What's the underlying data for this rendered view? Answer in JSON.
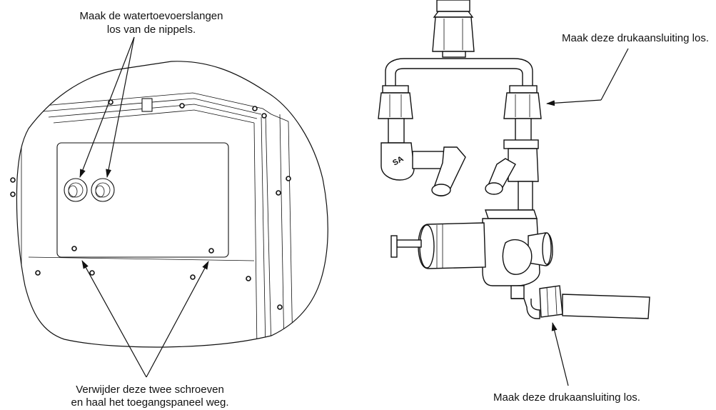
{
  "labels": {
    "hoses_line1": "Maak de watertoevoerslangen",
    "hoses_line2": "los van de nippels.",
    "screws_line1": "Verwijder deze twee schroeven",
    "screws_line2": "en haal het toegangspaneel weg.",
    "pressure_top": "Maak deze drukaansluiting los.",
    "pressure_bottom": "Maak deze drukaansluiting los.",
    "elbow_mark": "SA"
  },
  "colors": {
    "ink": "#111111",
    "paper": "#ffffff"
  }
}
